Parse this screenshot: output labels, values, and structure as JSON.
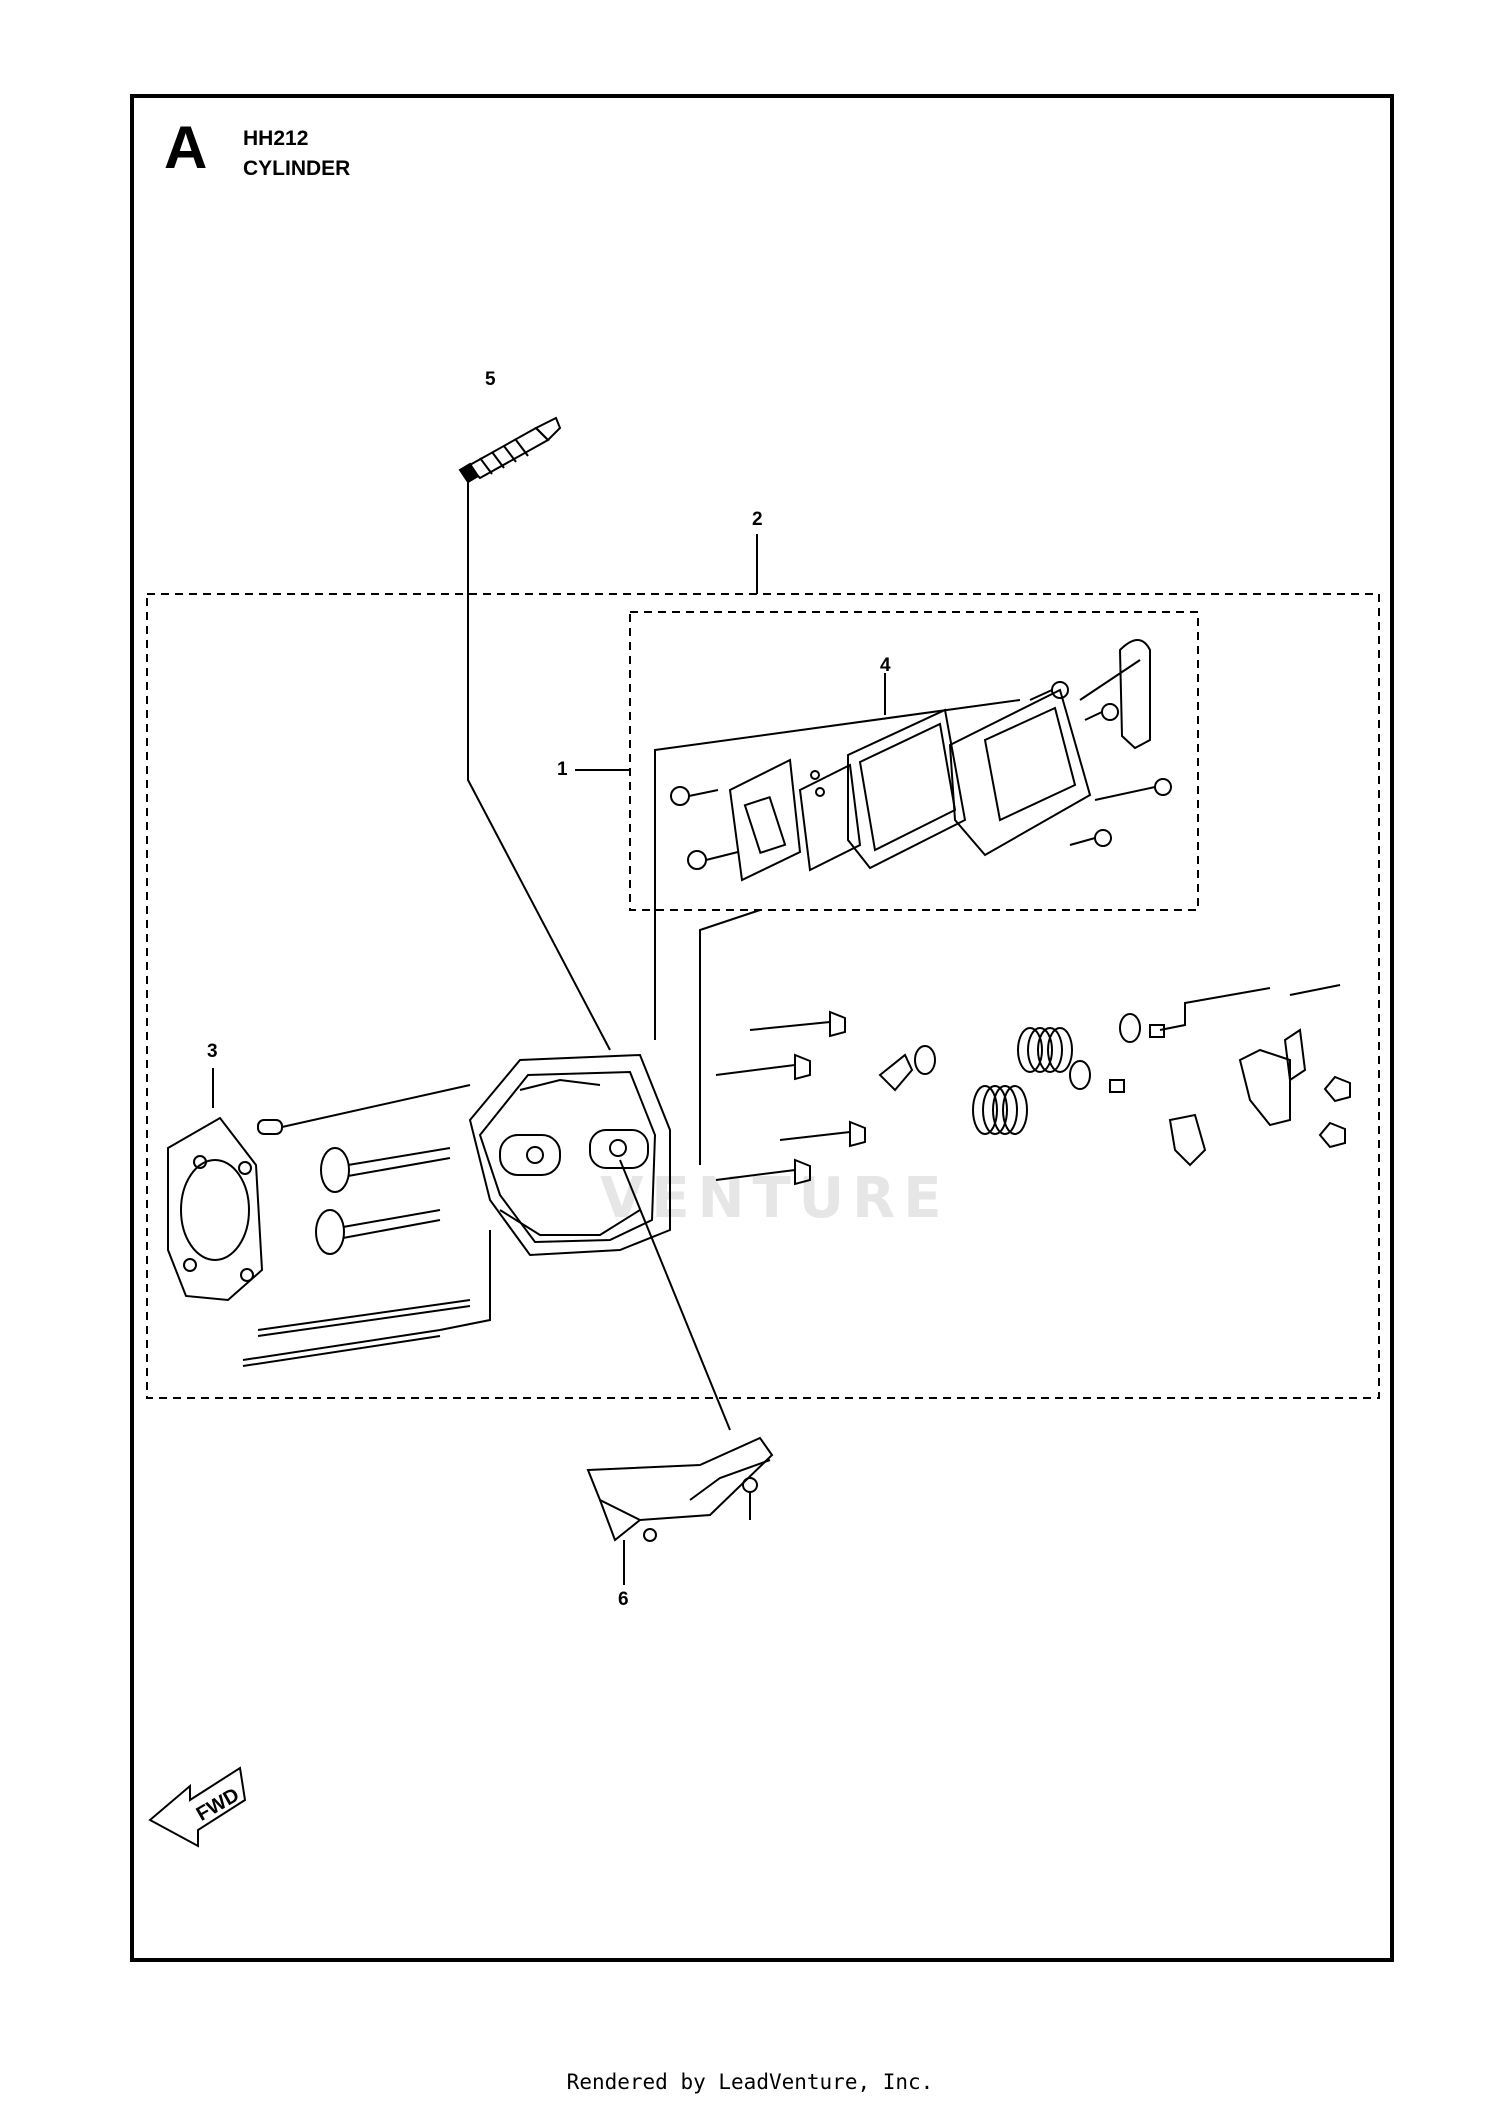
{
  "header": {
    "section_letter": "A",
    "model": "HH212",
    "section_name": "CYLINDER"
  },
  "callouts": [
    "1",
    "2",
    "3",
    "4",
    "5",
    "6"
  ],
  "watermark": "VENTURE",
  "fwd_label": "FWD",
  "footer": "Rendered by LeadVenture, Inc.",
  "colors": {
    "line": "#000000",
    "background": "#ffffff",
    "watermark": "#e6e6e6"
  }
}
